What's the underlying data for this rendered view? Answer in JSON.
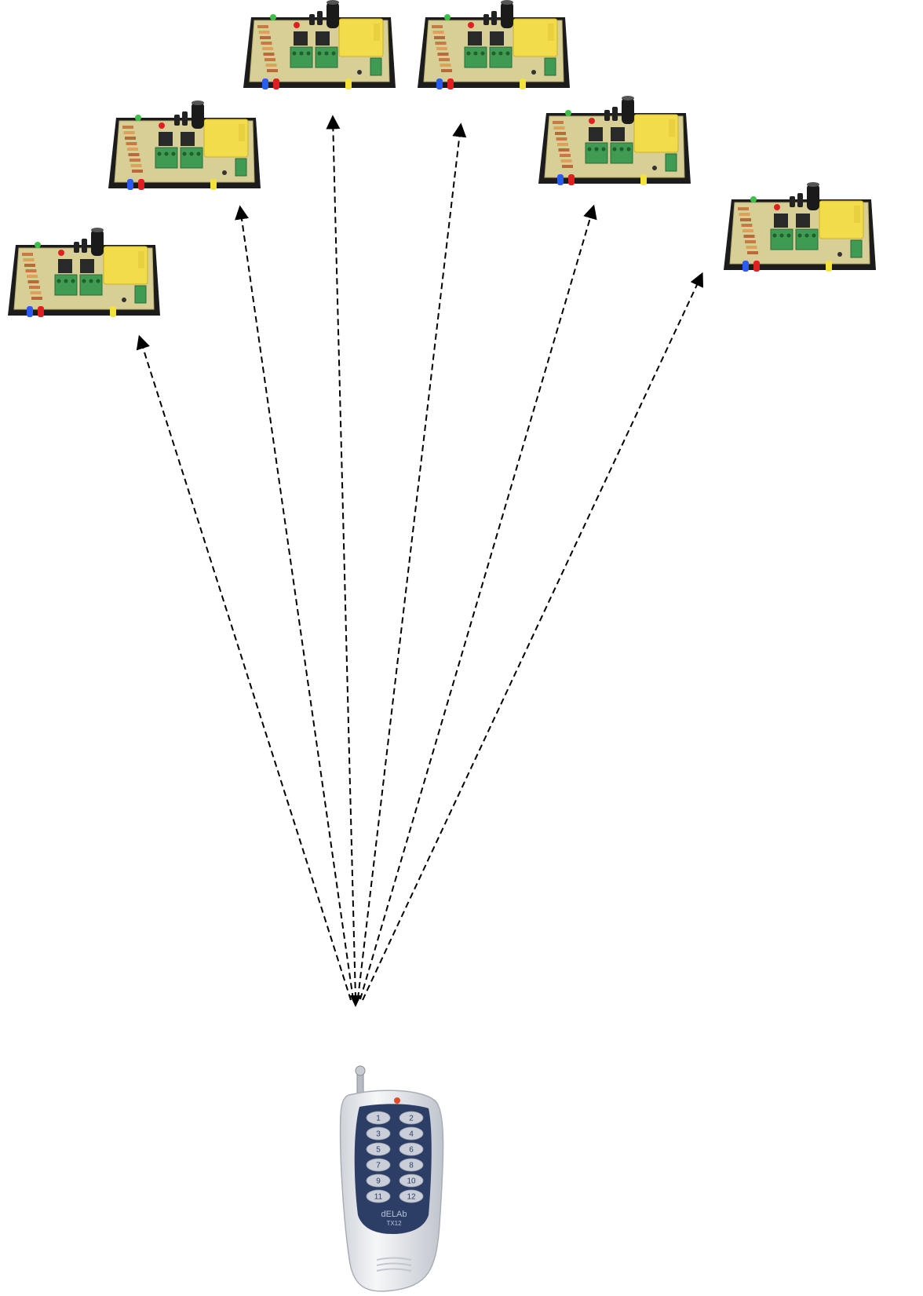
{
  "diagram": {
    "receiver_count": 6,
    "arrow_style": "dashed"
  },
  "remote": {
    "brand": "dELAb",
    "model": "TX12",
    "buttons": [
      "1",
      "2",
      "3",
      "4",
      "5",
      "6",
      "7",
      "8",
      "9",
      "10",
      "11",
      "12"
    ]
  },
  "colors": {
    "arrow": "#000000",
    "board_base": "#1c1c1c",
    "pcb": "#d8cf96",
    "relay_housing": "#f2dc4a",
    "terminal_block": "#3f9a52",
    "relay_black": "#2a2a2a",
    "led_blue": "#2a5cf0",
    "led_red": "#e02020",
    "led_yellow": "#f2e23a",
    "led_green": "#3fbf4a",
    "capacitor": "#1a1a1a",
    "remote_body": "#eceef2",
    "remote_panel": "#2c3e66",
    "remote_button": "#c9ced8",
    "remote_indicator": "#e34a2a"
  }
}
